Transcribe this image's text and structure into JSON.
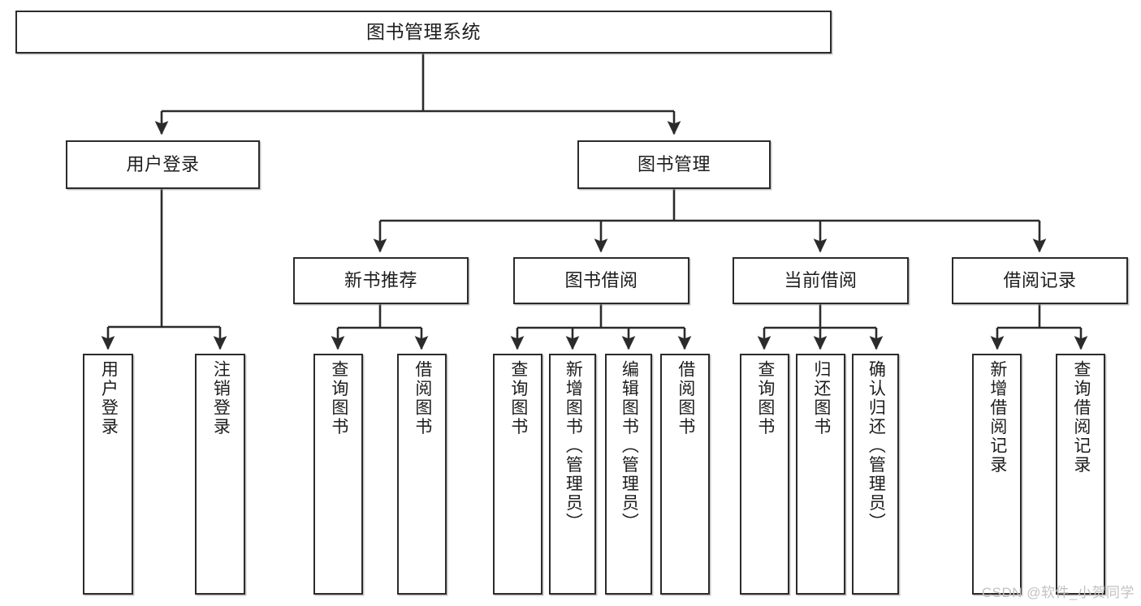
{
  "diagram": {
    "title": "图书管理系统",
    "type": "tree-hierarchy-diagram",
    "colors": {
      "box_border": "#2b2b2b",
      "box_fill": "#ffffff",
      "edge": "#2b2b2b",
      "text": "#1d1d1d",
      "watermark": "#c2c2c2"
    },
    "root": {
      "label": "图书管理系统"
    },
    "level2": [
      {
        "label": "用户登录"
      },
      {
        "label": "图书管理"
      }
    ],
    "level3": [
      {
        "label": "新书推荐"
      },
      {
        "label": "图书借阅"
      },
      {
        "label": "当前借阅"
      },
      {
        "label": "借阅记录"
      }
    ],
    "leaves": {
      "user_login": [
        {
          "label": "用户登录"
        },
        {
          "label": "注销登录"
        }
      ],
      "new_book_recommend": [
        {
          "label": "查询图书"
        },
        {
          "label": "借阅图书"
        }
      ],
      "book_borrow": [
        {
          "label": "查询图书"
        },
        {
          "label": "新增图书（管理员）"
        },
        {
          "label": "编辑图书（管理员）"
        },
        {
          "label": "借阅图书"
        }
      ],
      "current_borrow": [
        {
          "label": "查询图书"
        },
        {
          "label": "归还图书"
        },
        {
          "label": "确认归还（管理员）"
        }
      ],
      "borrow_record": [
        {
          "label": "新增借阅记录"
        },
        {
          "label": "查询借阅记录"
        }
      ]
    }
  },
  "watermark": {
    "text": "CSDN @软件_小贺同学"
  }
}
